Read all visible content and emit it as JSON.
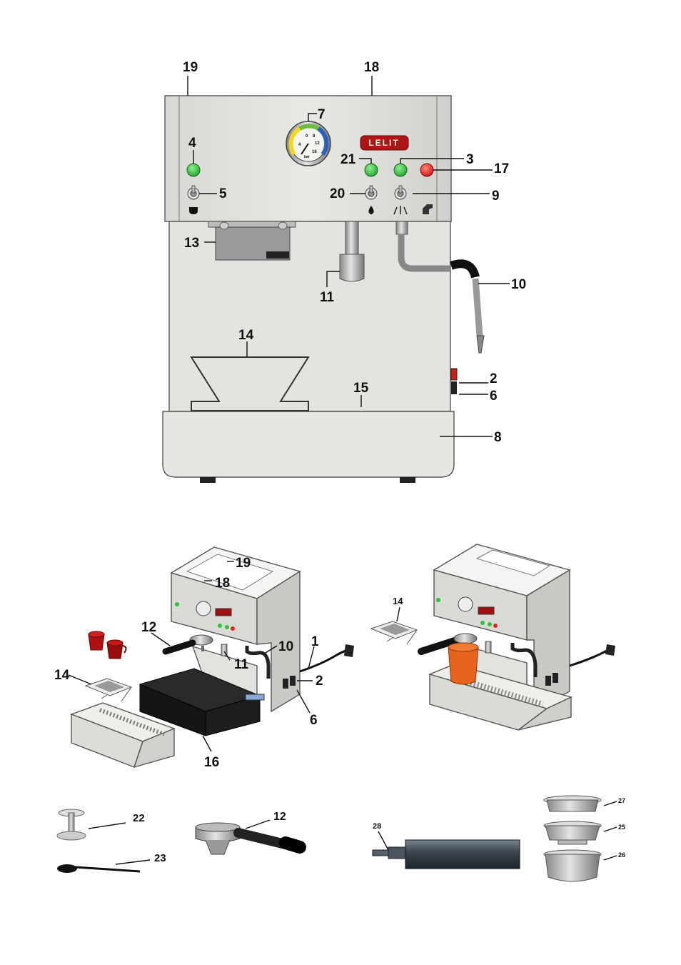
{
  "brand": {
    "logo_text": "LELIT"
  },
  "front_view": {
    "labels": [
      "19",
      "18",
      "7",
      "4",
      "21",
      "3",
      "17",
      "5",
      "20",
      "9",
      "13",
      "11",
      "10",
      "14",
      "15",
      "2",
      "6",
      "8"
    ],
    "indicator_colors": {
      "green": "#2ec43a",
      "red": "#e8231e"
    },
    "gauge_scale": [
      "0",
      "4",
      "8",
      "12",
      "16"
    ],
    "gauge_unit": "bar"
  },
  "iso_view_left": {
    "labels": [
      "19",
      "18",
      "12",
      "10",
      "1",
      "11",
      "14",
      "2",
      "6",
      "16"
    ],
    "cup_color": "#b01010"
  },
  "iso_view_right": {
    "labels": [
      "14"
    ],
    "mug_color": "#e8641e"
  },
  "accessories": {
    "labels": [
      "22",
      "12",
      "23",
      "28",
      "27",
      "25",
      "26"
    ]
  }
}
